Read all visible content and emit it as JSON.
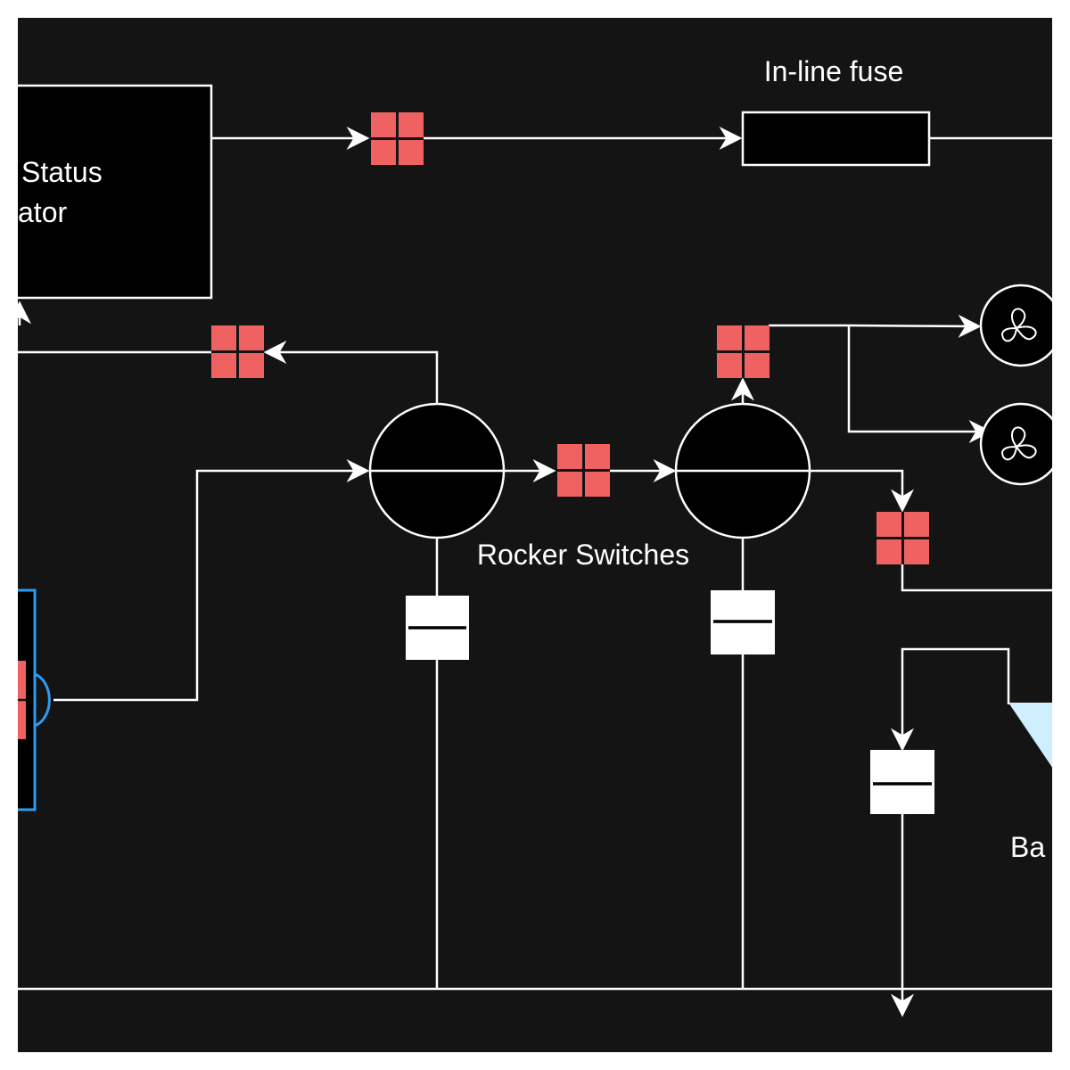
{
  "diagram": {
    "labels": {
      "status_line1": "Status",
      "status_line2": "ator",
      "inline_fuse": "In-line fuse",
      "rocker_switches": "Rocker Switches",
      "battery_partial": "Ba"
    },
    "colors": {
      "background": "#141414",
      "page": "#ffffff",
      "wire": "#ffffff",
      "connector": "#f06262",
      "socket_outline": "#2d9cf0",
      "battery_fill": "#cfeefe",
      "component_fill": "#000000"
    },
    "icons": {
      "connector": "red-connector-icon",
      "fan": "fan-icon",
      "capacitor": "capacitor-icon",
      "rocker_switch": "rocker-switch-icon"
    }
  }
}
